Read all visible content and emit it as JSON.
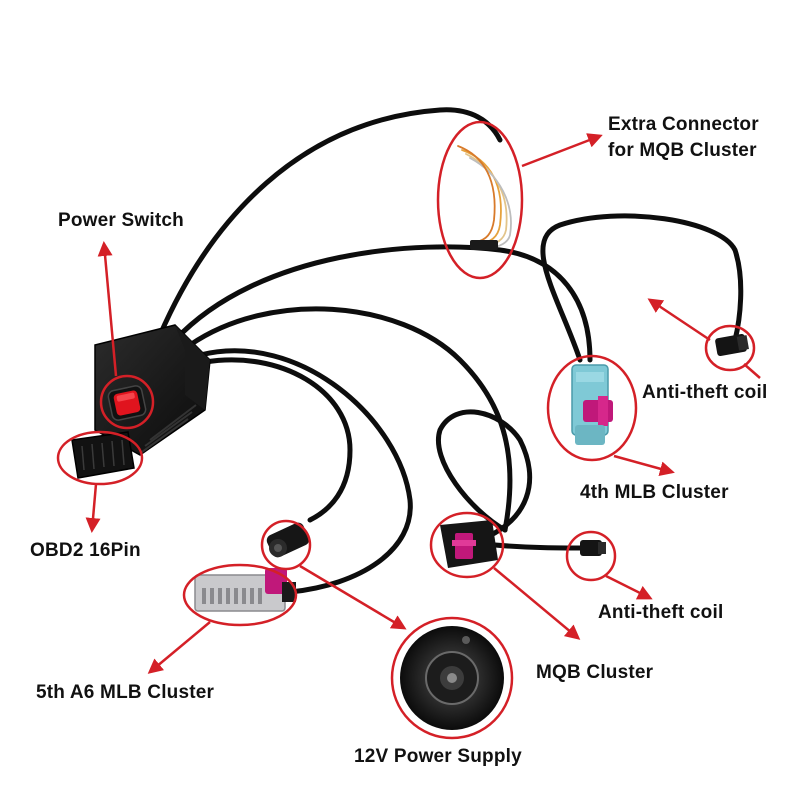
{
  "colors": {
    "annotation": "#d42027",
    "cable": "#0d0d0d",
    "connector_blue": "#7fc9d6",
    "connector_magenta": "#c0187a",
    "connector_gray": "#c9c9cc",
    "switch_red": "#e0141e"
  },
  "labels": {
    "extra_connector_line1": "Extra Connector",
    "extra_connector_line2": "for MQB Cluster",
    "power_switch": "Power Switch",
    "anti_theft_coil_top": "Anti-theft coil",
    "mlb_4th_cluster": "4th MLB Cluster",
    "obd2": "OBD2 16Pin",
    "anti_theft_coil_bottom": "Anti-theft coil",
    "mqb_cluster": "MQB Cluster",
    "a6_mlb_cluster": "5th A6 MLB Cluster",
    "power_supply": "12V Power Supply"
  },
  "icons": {
    "switch": "rocker-switch-icon",
    "dc_jack": "dc-power-jack-icon",
    "coil": "anti-theft-coil-icon"
  }
}
